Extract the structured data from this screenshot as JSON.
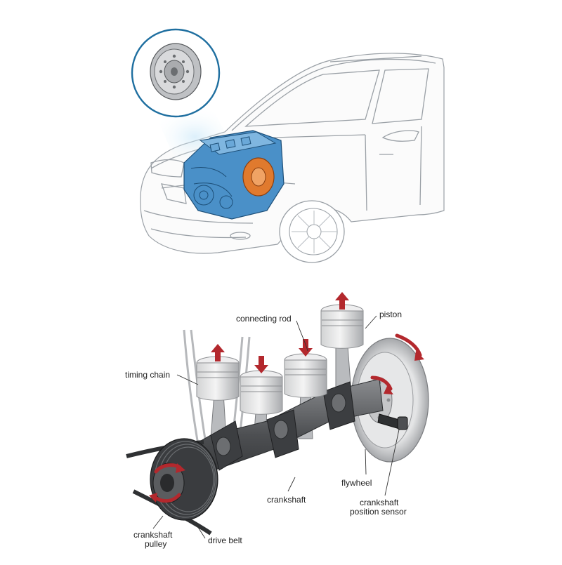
{
  "labels": {
    "connecting_rod": "connecting rod",
    "piston": "piston",
    "timing_chain": "timing chain",
    "flywheel": "flywheel",
    "crankshaft": "crankshaft",
    "crankshaft_position_sensor_line1": "crankshaft",
    "crankshaft_position_sensor_line2": "position sensor",
    "crankshaft_pulley_line1": "crankshaft",
    "crankshaft_pulley_line2": "pulley",
    "drive_belt": "drive belt"
  },
  "colors": {
    "engine_blue": "#4a90c8",
    "flywheel_orange": "#e07a2e",
    "callout_ring": "#1f6fa0",
    "arrow_red": "#b3282d",
    "metal_dark": "#4d4f52",
    "metal_light": "#d8d9da"
  },
  "icons": {
    "motion_arrow": "red-arrow-icon",
    "rotation_arrow": "curved-red-arrow-icon"
  }
}
